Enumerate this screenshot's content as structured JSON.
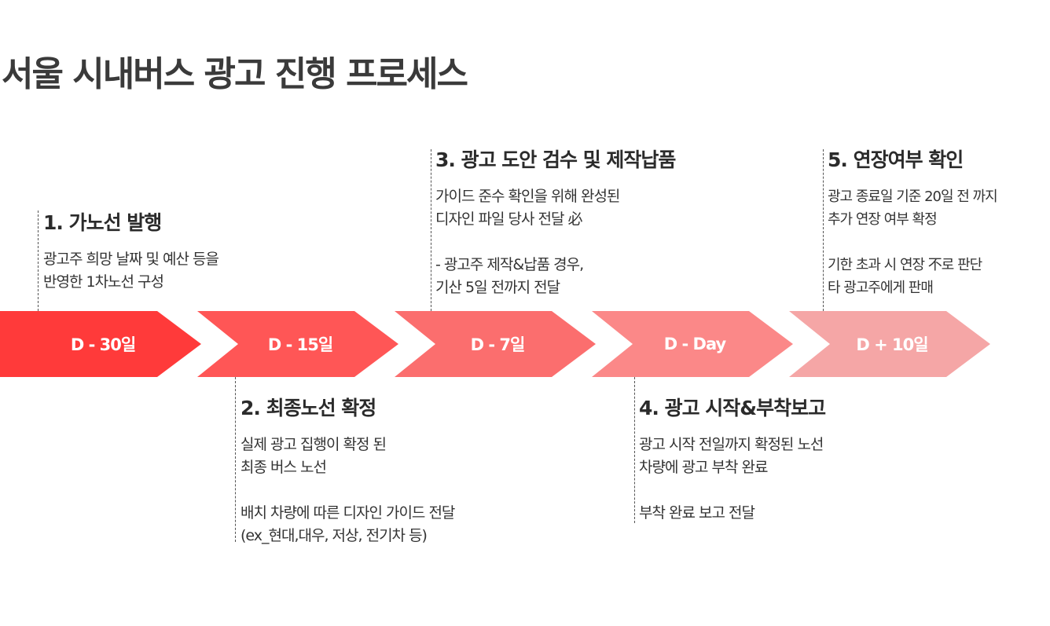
{
  "title": "서울 시내버스 광고 진행 프로세스",
  "colors": [
    "#ff3a3a",
    "#ff5656",
    "#fb6e6e",
    "#fb8888",
    "#f5a6a6"
  ],
  "stages": [
    "D - 30일",
    "D - 15일",
    "D - 7일",
    "D - Day",
    "D + 10일"
  ],
  "steps": [
    {
      "title": "1. 가노선 발행",
      "lines": [
        "광고주 희망 날짜 및 예산 등을",
        "반영한 1차노선 구성"
      ]
    },
    {
      "title": "2. 최종노선 확정",
      "lines": [
        "실제 광고 집행이 확정 된",
        "최종 버스 노선",
        "",
        "배치 차량에 따른 디자인 가이드 전달",
        "(ex_현대,대우, 저상, 전기차 등)"
      ]
    },
    {
      "title": "3. 광고 도안 검수 및 제작납품",
      "lines": [
        "가이드 준수 확인을 위해 완성된",
        "디자인 파일 당사 전달 必",
        "",
        "-  광고주 제작&납품 경우,",
        "기산 5일 전까지 전달"
      ]
    },
    {
      "title": "4. 광고 시작&부착보고",
      "lines": [
        "광고 시작 전일까지 확정된 노선",
        "차량에 광고 부착 완료",
        "",
        "부착 완료 보고 전달"
      ]
    },
    {
      "title": "5. 연장여부 확인",
      "lines": [
        "광고  종료일 기준 20일 전 까지",
        "추가 연장 여부 확정",
        "",
        "기한 초과 시 연장 不로 판단",
        "타 광고주에게 판매"
      ]
    }
  ]
}
